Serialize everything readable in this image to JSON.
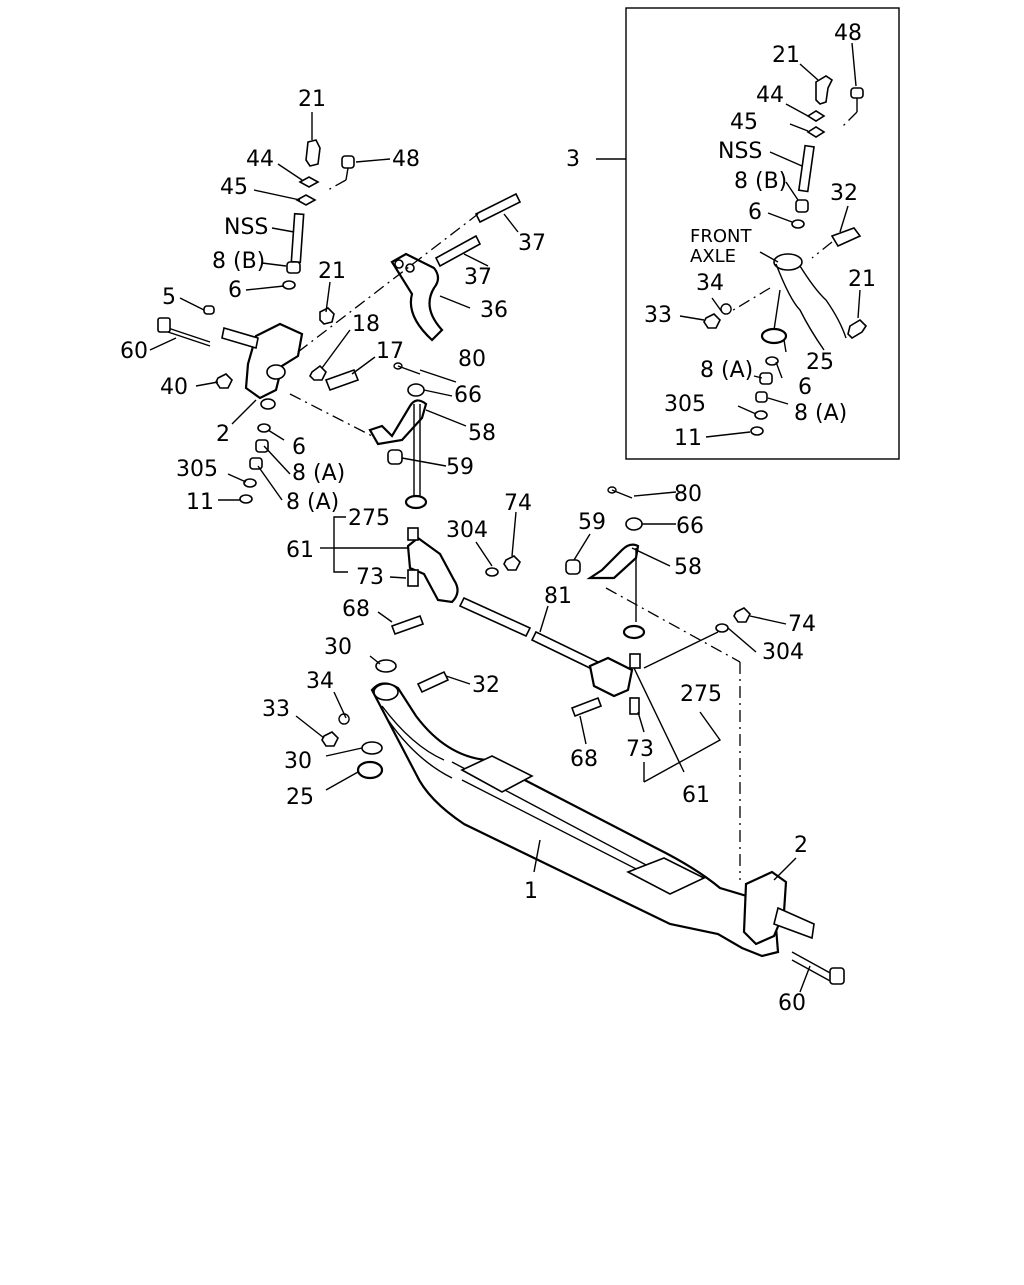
{
  "callouts": {
    "c21a": "21",
    "c44a": "44",
    "c48a": "48",
    "c45a": "45",
    "cNSSa": "NSS",
    "c8ba": "8 (B)",
    "c21b": "21",
    "c5": "5",
    "c6a": "6",
    "c60a": "60",
    "c18": "18",
    "c17": "17",
    "c80a": "80",
    "c40": "40",
    "c66a": "66",
    "c2a": "2",
    "c6b": "6",
    "c58a": "58",
    "c305a": "305",
    "c8aa": "8 (A)",
    "c59a": "59",
    "c11a": "11",
    "c8ab": "8 (A)",
    "c37a": "37",
    "c37b": "37",
    "c36": "36",
    "c275a": "275",
    "c61a": "61",
    "c73a": "73",
    "c304a": "304",
    "c74a": "74",
    "c68a": "68",
    "c81": "81",
    "c80b": "80",
    "c59b": "59",
    "c66b": "66",
    "c58b": "58",
    "c74b": "74",
    "c304b": "304",
    "c30a": "30",
    "c34a": "34",
    "c32a": "32",
    "c33a": "33",
    "c30b": "30",
    "c25a": "25",
    "c275b": "275",
    "c68b": "68",
    "c73b": "73",
    "c61b": "61",
    "c1": "1",
    "c2b": "2",
    "c60b": "60",
    "i3": "3",
    "i48": "48",
    "i21a": "21",
    "i44": "44",
    "i45": "45",
    "iNSS": "NSS",
    "i8b": "8 (B)",
    "i32": "32",
    "i6a": "6",
    "iFront": "FRONT",
    "iAxle": "AXLE",
    "i21b": "21",
    "i34": "34",
    "i33": "33",
    "i25": "25",
    "i8aa": "8 (A)",
    "i6b": "6",
    "i305": "305",
    "i8ab": "8 (A)",
    "i11": "11"
  },
  "colors": {
    "line": "#000000",
    "background": "#ffffff"
  }
}
